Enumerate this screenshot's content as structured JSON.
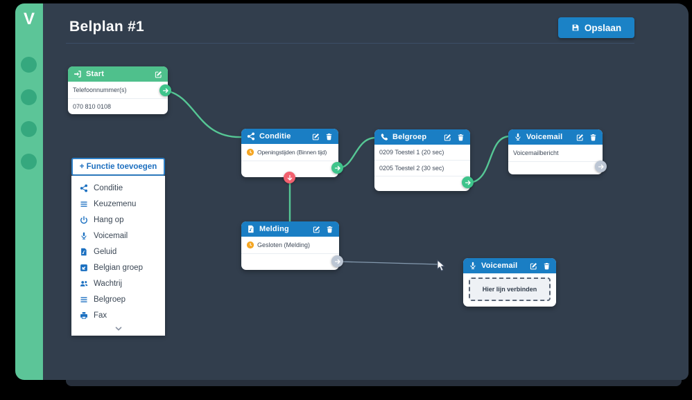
{
  "app": {
    "logo": "V",
    "title": "Belplan #1",
    "save_label": "Opslaan"
  },
  "colors": {
    "sidebar_green": "#5cc598",
    "canvas_bg": "#323e4d",
    "node_header_blue": "#1a7ec4",
    "node_header_green": "#4fc08c",
    "accent_blue": "#1b82c6",
    "port_green": "#3ec48b",
    "port_gray": "#bcc6d4",
    "port_red": "#f2616f",
    "wire_green": "#56c795",
    "warning_orange": "#f5a623"
  },
  "menu": {
    "header": "+ Functie toevoegen",
    "items": [
      {
        "label": "Conditie",
        "icon": "share-icon"
      },
      {
        "label": "Keuzemenu",
        "icon": "list-icon"
      },
      {
        "label": "Hang op",
        "icon": "power-icon"
      },
      {
        "label": "Voicemail",
        "icon": "microphone-icon"
      },
      {
        "label": "Geluid",
        "icon": "audio-file-icon"
      },
      {
        "label": "Belgian groep",
        "icon": "call-group-icon"
      },
      {
        "label": "Wachtrij",
        "icon": "users-icon"
      },
      {
        "label": "Belgroep",
        "icon": "list-icon"
      },
      {
        "label": "Fax",
        "icon": "fax-icon"
      }
    ]
  },
  "nodes": {
    "start": {
      "title": "Start",
      "row1": "Telefoonnummer(s)",
      "row2": "070 810 0108"
    },
    "conditie": {
      "title": "Conditie",
      "row1": "Openingstijden (Binnen tijd)"
    },
    "belgroep": {
      "title": "Belgroep",
      "row1": "0209 Toestel 1 (20 sec)",
      "row2": "0205 Toestel 2 (30 sec)"
    },
    "voicemail_top": {
      "title": "Voicemail",
      "row1": "Voicemailbericht"
    },
    "melding": {
      "title": "Melding",
      "row1": "Gesloten (Melding)"
    },
    "voicemail_unconnected": {
      "title": "Voicemail",
      "drop_label": "Hier lijn verbinden"
    }
  }
}
